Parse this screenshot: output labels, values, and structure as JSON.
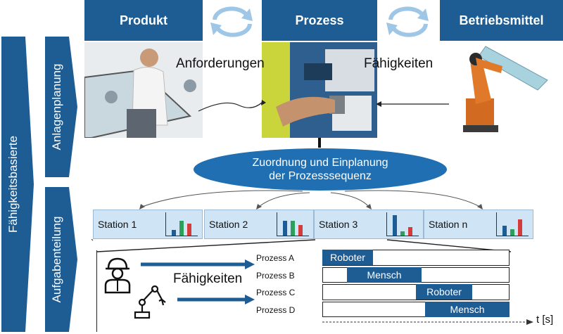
{
  "left_banner": {
    "main": "Fähigkeitsbasierte",
    "top": "Anlagenplanung",
    "bottom": "Aufgabenteilung"
  },
  "header": {
    "produkt": "Produkt",
    "prozess": "Prozess",
    "betriebsmittel": "Betriebsmittel"
  },
  "arrows": {
    "anforderungen": "Anforderungen",
    "faehigkeiten": "Fähigkeiten"
  },
  "ellipse": {
    "line1": "Zuordnung und Einplanung",
    "line2": "der Prozesssequenz"
  },
  "stations": [
    {
      "label": "Station 1",
      "bars": [
        {
          "value": 0.25,
          "color": "#1e5c94"
        },
        {
          "value": 0.7,
          "color": "#2aa05a"
        },
        {
          "value": 0.55,
          "color": "#d43c3c"
        }
      ]
    },
    {
      "label": "Station 2",
      "bars": [
        {
          "value": 0.7,
          "color": "#1e5c94"
        },
        {
          "value": 0.7,
          "color": "#2aa05a"
        },
        {
          "value": 0.5,
          "color": "#d43c3c"
        }
      ]
    },
    {
      "label": "Station 3",
      "bars": [
        {
          "value": 0.95,
          "color": "#1e5c94"
        },
        {
          "value": 0.2,
          "color": "#2aa05a"
        },
        {
          "value": 0.4,
          "color": "#d43c3c"
        }
      ]
    },
    {
      "label": "Station n",
      "bars": [
        {
          "value": 0.45,
          "color": "#1e5c94"
        },
        {
          "value": 0.3,
          "color": "#2aa05a"
        },
        {
          "value": 0.75,
          "color": "#d43c3c"
        }
      ]
    }
  ],
  "task": {
    "faehigkeiten": "Fähigkeiten",
    "processes": [
      "Prozess A",
      "Prozess B",
      "Prozess C",
      "Prozess D"
    ],
    "gantt": [
      {
        "label": "Roboter",
        "row": 0,
        "start": 0.0,
        "end": 0.27
      },
      {
        "label": "Mensch",
        "row": 1,
        "start": 0.13,
        "end": 0.53
      },
      {
        "label": "Roboter",
        "row": 2,
        "start": 0.5,
        "end": 0.8
      },
      {
        "label": "Mensch",
        "row": 3,
        "start": 0.55,
        "end": 1.0
      }
    ],
    "time_label": "t [s]"
  },
  "icons": [
    "person-helmet-icon",
    "robot-arm-icon",
    "sync-arrows-icon"
  ],
  "colors": {
    "primary": "#1e5c94",
    "ellipse": "#1f6fb2",
    "station_bg": "#cfe4f4"
  }
}
